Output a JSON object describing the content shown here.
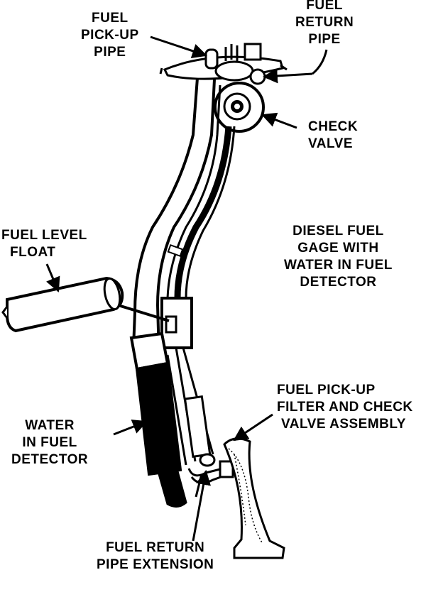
{
  "labels": {
    "fuel_pickup_pipe": [
      "FUEL",
      "PICK-UP",
      "PIPE"
    ],
    "fuel_return_pipe": [
      "FUEL",
      "RETURN",
      "PIPE"
    ],
    "check_valve": [
      "CHECK",
      "VALVE"
    ],
    "fuel_level_float": [
      "FUEL LEVEL",
      "FLOAT"
    ],
    "title": [
      "DIESEL FUEL",
      "GAGE WITH",
      "WATER IN FUEL",
      "DETECTOR"
    ],
    "filter_assembly": [
      "FUEL PICK-UP",
      "FILTER AND CHECK",
      "VALVE ASSEMBLY"
    ],
    "water_detector": [
      "WATER",
      "IN FUEL",
      "DETECTOR"
    ],
    "return_extension": [
      "FUEL RETURN",
      "PIPE EXTENSION"
    ]
  },
  "colors": {
    "ink": "#000000",
    "paper": "#ffffff"
  }
}
